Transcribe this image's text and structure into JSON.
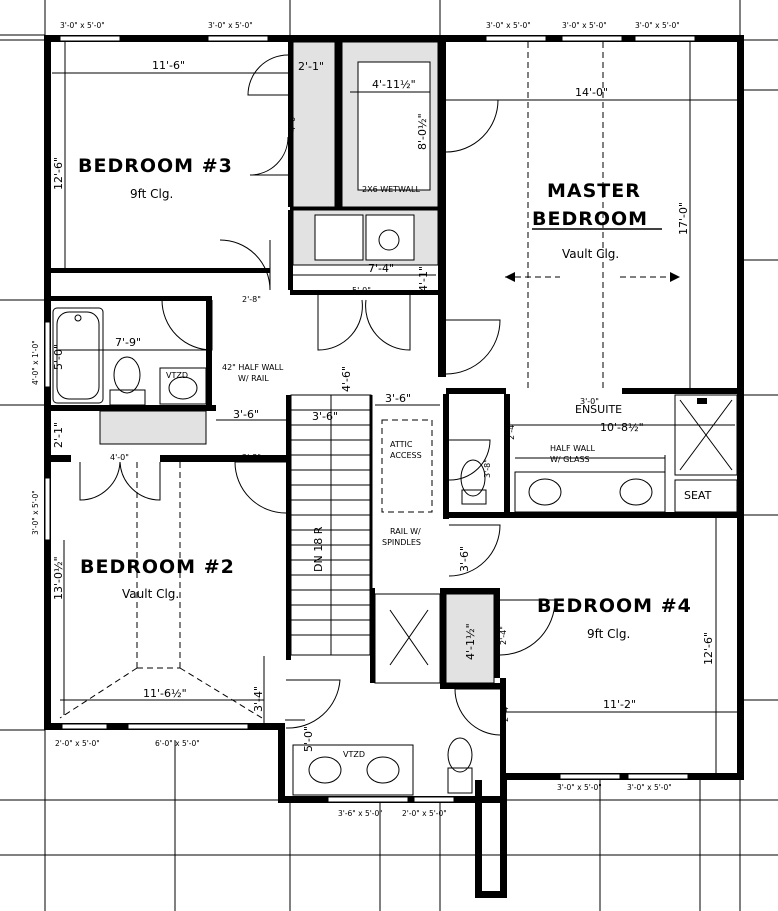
{
  "rooms": {
    "bedroom3": {
      "name": "BEDROOM #3",
      "ceiling": "9ft Clg."
    },
    "master": {
      "name_line1": "MASTER",
      "name_line2": "BEDROOM",
      "ceiling": "Vault Clg."
    },
    "bedroom2": {
      "name": "BEDROOM #2",
      "ceiling": "Vault Clg."
    },
    "bedroom4": {
      "name": "BEDROOM #4",
      "ceiling": "9ft Clg."
    },
    "ensuite": "ENSUITE"
  },
  "labels": {
    "wetwall": "2X6 WETWALL",
    "half_wall_line1": "42\" HALF WALL",
    "half_wall_line2": "W/ RAIL",
    "attic_line1": "ATTIC",
    "attic_line2": "ACCESS",
    "rail_line1": "RAIL W/",
    "rail_line2": "SPINDLES",
    "stair": "DN 18 R",
    "ensuite_half_wall_line1": "HALF WALL",
    "ensuite_half_wall_line2": "W/ GLASS",
    "seat": "SEAT",
    "vanity": "VTZD"
  },
  "windows": {
    "top_1": "3'-0\" x 5'-0\"",
    "top_2": "3'-0\" x 5'-0\"",
    "top_3": "3'-0\" x 5'-0\"",
    "top_4": "3'-0\" x 5'-0\"",
    "top_5": "3'-0\" x 5'-0\"",
    "left_bath": "4'-0\" x 1'-0\"",
    "left_bed2": "3'-0\" x 5'-0\"",
    "bottom_1": "2'-0\" x 5'-0\"",
    "bottom_2": "6'-0\" x 5'-0\"",
    "bottom_3": "3'-6\" x 5'-0\"",
    "bottom_4": "2'-0\" x 5'-0\"",
    "bottom_5": "3'-0\" x 5'-0\"",
    "bottom_6": "3'-0\" x 5'-0\""
  },
  "dimensions": {
    "bed3_width": "11'-6\"",
    "bed3_depth": "12'-6\"",
    "closet_w": "2'-1\"",
    "wetwall_w": "4'-11½\"",
    "wetwall_d": "8'-0½\"",
    "small_1": "1'-8\"",
    "master_width": "14'-0\"",
    "master_depth": "17'-0\"",
    "laundry_w": "7'-4\"",
    "laundry_d": "4'-1\"",
    "door_4_0": "4'-0\"",
    "bath_w": "7'-9\"",
    "bath_d": "5'-0\"",
    "door_2_8_a": "2'-8\"",
    "door_2_4_a": "2'-4\"",
    "hall_5_0": "5'-0\"",
    "hall_4_6": "4'-6\"",
    "door_2_8_b": "2'-8\"",
    "hall_3_6_a": "3'-6\"",
    "hall_3_6_b": "3'-6\"",
    "hall_3_6_c": "3'-6\"",
    "closet_2_1": "2'-1\"",
    "door_4_0_b": "4'-0\"",
    "door_2_8_c": "2'-8\"",
    "ensuite_w": "10'-8½\"",
    "ensuite_3_0": "3'-0\"",
    "ensuite_2_4": "2'-4\"",
    "shower_3_8": "3'-8\"",
    "bed2_depth": "13'-0½\"",
    "bed2_width": "11'-6½\"",
    "bed2_3_4": "3'-4\"",
    "hall_3_6_d": "3'-6\"",
    "linen_4_1": "4'-1½\"",
    "door_2_4_b": "2'-4\"",
    "bed4_depth": "12'-6\"",
    "bed4_width": "11'-2\"",
    "door_2_4_c": "2'-4\"",
    "bath2_5_0": "5'-0\""
  },
  "colors": {
    "line": "#000000",
    "hatch": "#e2e2e2",
    "background": "#ffffff"
  }
}
